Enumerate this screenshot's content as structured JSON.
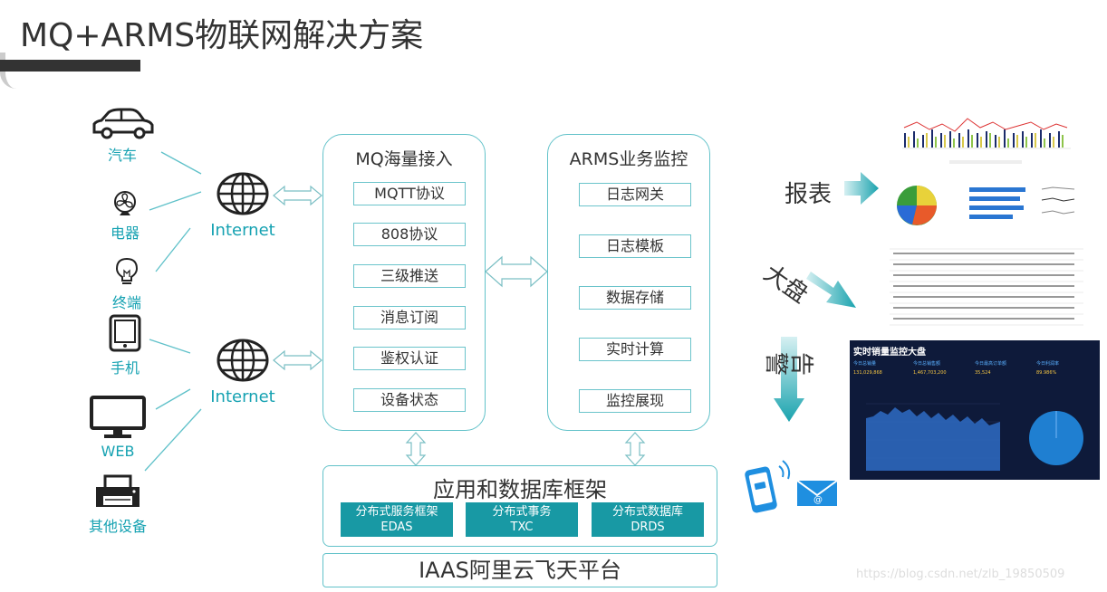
{
  "title": "MQ+ARMS物联网解决方案",
  "devices": [
    {
      "label": "汽车",
      "icon": "car-icon"
    },
    {
      "label": "电器",
      "icon": "fan-icon"
    },
    {
      "label": "终端",
      "icon": "bulb-icon"
    },
    {
      "label": "手机",
      "icon": "tablet-icon"
    },
    {
      "label": "WEB",
      "icon": "monitor-icon"
    },
    {
      "label": "其他设备",
      "icon": "printer-icon"
    }
  ],
  "internet": [
    "Internet",
    "Internet"
  ],
  "mq_panel": {
    "title": "MQ海量接入",
    "items": [
      "MQTT协议",
      "808协议",
      "三级推送",
      "消息订阅",
      "鉴权认证",
      "设备状态"
    ]
  },
  "arms_panel": {
    "title": "ARMS业务监控",
    "items": [
      "日志网关",
      "日志模板",
      "数据存储",
      "实时计算",
      "监控展现"
    ]
  },
  "framework": {
    "title": "应用和数据库框架",
    "boxes": [
      {
        "line1": "分布式服务框架",
        "line2": "EDAS"
      },
      {
        "line1": "分布式事务",
        "line2": "TXC"
      },
      {
        "line1": "分布式数据库",
        "line2": "DRDS"
      }
    ]
  },
  "iaas": "IAAS阿里云飞天平台",
  "outputs": {
    "report": "报表",
    "dashboard": "大盘",
    "alert": "告警"
  },
  "dashboard_screen": {
    "title": "实时销量监控大盘",
    "kpis": [
      {
        "label": "今日总销量",
        "value": "131,029,868"
      },
      {
        "label": "今日总销售额",
        "value": "1,467,703,200"
      },
      {
        "label": "今日最高订单额",
        "value": "35,524"
      },
      {
        "label": "今日利润率",
        "value": "89.986%"
      }
    ]
  },
  "colors": {
    "accent": "#16a2b2",
    "panel_border": "#62c2c9",
    "box_fill": "#1899a4",
    "dark_screen": "#0e1a3a"
  },
  "watermark": "https://blog.csdn.net/zlb_19850509"
}
